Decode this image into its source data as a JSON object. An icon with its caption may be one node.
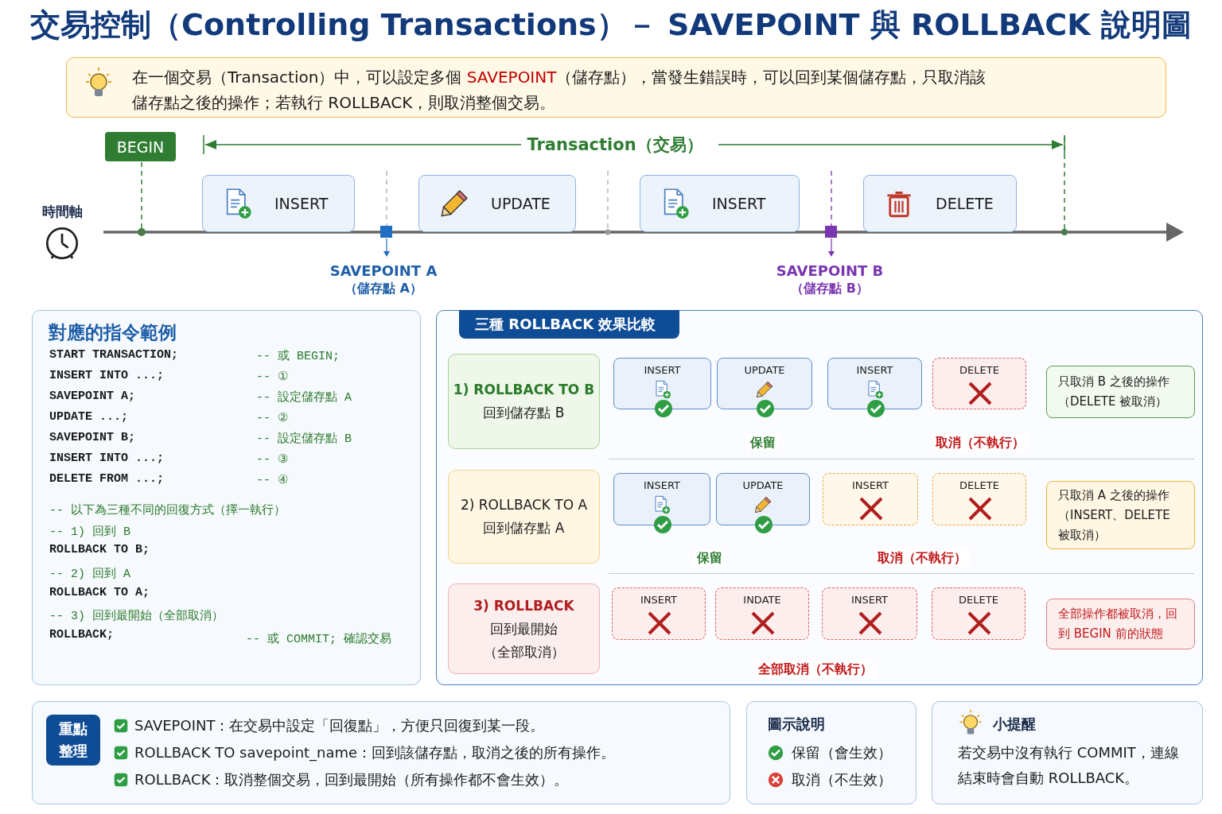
{
  "diagram": {
    "title": "交易控制（Controlling Transactions）－ SAVEPOINT 與 ROLLBACK 說明圖",
    "nodes": [
      {
        "text": [
          "在一個交易（Transaction）中，可以設定多個 **SAVEPOINT**（儲存點），當發生錯誤時，可以回到某個儲存點，只取消該儲存點之後的操作；若執行 ROLLBACK，則取消整個交易。"
        ]
      },
      {
        "text": [
          "BEGIN"
        ]
      },
      {
        "text": [
          "INSERT"
        ]
      },
      {
        "text": [
          "UPDATE"
        ]
      },
      {
        "text": [
          "INSERT"
        ]
      },
      {
        "text": [
          "DELETE"
        ]
      },
      {
        "text": [
          "對應的指令範例",
          "START TRANSACTION;",
          "-- 或 BEGIN;",
          "INSERT INTO ...;",
          "-- ①",
          "SAVEPOINT A;",
          "-- 設定儲存點 A",
          "UPDATE ...;",
          "-- ②",
          "SAVEPOINT B;",
          "-- 設定儲存點 B",
          "INSERT INTO ...;",
          "-- ③",
          "DELETE FROM ...;",
          "-- ④",
          "-- 以下為三種不同的回復方式（擇一執行）",
          "-- 1) 回到 B",
          "ROLLBACK TO B;",
          "-- 2) 回到 A",
          "ROLLBACK TO A;",
          "-- 3) 回到最開始（全部取消）",
          "ROLLBACK;",
          "-- 或 COMMIT; 確認交易"
        ]
      },
      {
        "text": [
          "三種 ROLLBACK 效果比較"
        ]
      },
      {
        "text": [
          "1) ROLLBACK TO B",
          "回到儲存點 B"
        ],
        "in": 7
      },
      {
        "text": [
          "INSERT"
        ],
        "in": 7
      },
      {
        "text": [
          "UPDATE"
        ],
        "in": 7
      },
      {
        "text": [
          "INSERT"
        ],
        "in": 7
      },
      {
        "text": [
          "DELETE"
        ],
        "in": 7
      },
      {
        "text": [
          "只取消 B 之後的操作（DELETE 被取消）"
        ],
        "in": 7
      },
      {
        "text": [
          "2) ROLLBACK TO A",
          "回到儲存點 A"
        ],
        "in": 7
      },
      {
        "text": [
          "INSERT"
        ],
        "in": 7
      },
      {
        "text": [
          "UPDATE"
        ],
        "in": 7
      },
      {
        "text": [
          "INSERT"
        ],
        "in": 7
      },
      {
        "text": [
          "DELETE"
        ],
        "in": 7
      },
      {
        "text": [
          "只取消 A 之後的操作（INSERT、DELETE 被取消）"
        ],
        "in": 7
      },
      {
        "text": [
          "3) ROLLBACK",
          "回到最開始",
          "（全部取消）"
        ],
        "in": 7
      },
      {
        "text": [
          "INSERT"
        ],
        "in": 7
      },
      {
        "text": [
          "INDATE"
        ],
        "in": 7
      },
      {
        "text": [
          "INSERT"
        ],
        "in": 7
      },
      {
        "text": [
          "DELETE"
        ],
        "in": 7
      },
      {
        "text": [
          "全部操作都被取消，回到 BEGIN 前的狀態"
        ],
        "in": 7
      },
      {
        "text": [
          "SAVEPOINT：在交易中設定「回復點」，方便只回復到某一段。",
          "ROLLBACK TO savepoint_name：回到該儲存點，取消之後的所有操作。",
          "ROLLBACK：取消整個交易，回到最開始（所有操作都不會生效）。"
        ]
      },
      {
        "text": [
          "重點整理"
        ],
        "in": 26
      },
      {
        "text": [
          "圖示說明"
        ]
      },
      {
        "text": [
          "小提醒",
          "若交易中沒有執行 COMMIT，連線結束時會自動 ROLLBACK。"
        ]
      }
    ],
    "labels": [
      "時間軸",
      "Transaction（交易）",
      "SAVEPOINT A",
      "（儲存點 A）",
      "SAVEPOINT B",
      "（儲存點 B）",
      "保留",
      "取消（不執行）",
      "保留",
      "取消（不執行）",
      "全部取消（不執行）"
    ],
    "legend": [
      {
        "text": "保留（會生效）"
      },
      {
        "text": "取消（不生效）"
      }
    ]
  }
}
